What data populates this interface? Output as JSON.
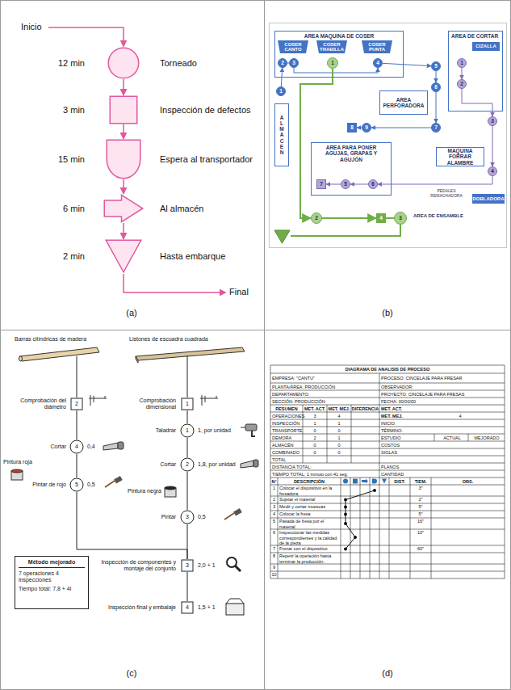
{
  "diagram": {
    "nodes": [
      {
        "text": [
          "12 min",
          "Torneado"
        ]
      },
      {
        "text": [
          "3 min",
          "Inspección de defectos"
        ]
      },
      {
        "text": [
          "15 min",
          "Espera al transportador"
        ]
      },
      {
        "text": [
          "6 min",
          "Al almacén"
        ]
      },
      {
        "text": [
          "2 min",
          "Hasta embarque"
        ]
      },
      {
        "text": [
          "AREA MAQUINA DE COSER"
        ]
      },
      {
        "text": [
          "COSER CANTO"
        ],
        "in": 5
      },
      {
        "text": [
          "COSER TRABILLA"
        ],
        "in": 5
      },
      {
        "text": [
          "COSER PUNTA"
        ],
        "in": 5
      },
      {
        "text": [
          "2"
        ],
        "in": 5
      },
      {
        "text": [
          "3"
        ],
        "in": 5
      },
      {
        "text": [
          "1"
        ],
        "in": 5
      },
      {
        "text": [
          "4"
        ],
        "in": 5
      },
      {
        "text": [
          "AREA DE CORTAR"
        ]
      },
      {
        "text": [
          "CIZALLA"
        ],
        "in": 13
      },
      {
        "text": [
          "1"
        ],
        "in": 13
      },
      {
        "text": [
          "2"
        ],
        "in": 13
      },
      {
        "text": [
          "5"
        ]
      },
      {
        "text": [
          "6"
        ]
      },
      {
        "text": [
          "1"
        ]
      },
      {
        "text": [
          "AREA PERFORADORA"
        ]
      },
      {
        "text": [
          "7"
        ]
      },
      {
        "text": [
          "ALMACEN"
        ]
      },
      {
        "text": [
          "3"
        ]
      },
      {
        "text": [
          "8"
        ]
      },
      {
        "text": [
          "9"
        ]
      },
      {
        "text": [
          "AREA PARA PONER AGUJAS, GRAPAS Y AGUJÓN"
        ]
      },
      {
        "text": [
          "7"
        ],
        "in": 26
      },
      {
        "text": [
          "5"
        ],
        "in": 26
      },
      {
        "text": [
          "6"
        ],
        "in": 26
      },
      {
        "text": [
          "MAQUINA FORRAR ALAMBRE"
        ]
      },
      {
        "text": [
          "4"
        ]
      },
      {
        "text": [
          "DOBLADORA"
        ]
      },
      {
        "text": [
          "2"
        ]
      },
      {
        "text": [
          "4"
        ]
      },
      {
        "text": [
          "3"
        ]
      },
      {
        "text": [
          "Comprobación del diámetro",
          "2"
        ]
      },
      {
        "text": [
          "Comprobación dimensional",
          "1"
        ]
      },
      {
        "text": [
          "Taladrar",
          "1",
          "1, por unidad"
        ]
      },
      {
        "text": [
          "Cortar",
          "4",
          "0,4"
        ]
      },
      {
        "text": [
          "Cortar",
          "2",
          "1,8, por unidad"
        ]
      },
      {
        "text": [
          "Pintar de rojo",
          "5",
          "0,5"
        ]
      },
      {
        "text": [
          "Pintar",
          "3",
          "0,5"
        ]
      },
      {
        "text": [
          "Método mejorado",
          "7 operaciones 4 inspecciones",
          "Tiempo total: 7,8 + 4i"
        ]
      },
      {
        "text": [
          "Inspección de componentes y montaje del conjunto",
          "3",
          "2,0 + 1"
        ]
      },
      {
        "text": [
          "Inspección final y embalaje",
          "4",
          "1,5 + 1"
        ]
      }
    ],
    "edges": [
      {
        "from": 0,
        "to": 1,
        "arrow": "to"
      },
      {
        "from": 1,
        "to": 2,
        "arrow": "to"
      },
      {
        "from": 2,
        "to": 3,
        "arrow": "to"
      },
      {
        "from": 3,
        "to": 4,
        "arrow": "to"
      },
      {
        "from": 19,
        "to": 9,
        "arrow": "to"
      },
      {
        "from": 9,
        "to": 10,
        "arrow": "none"
      },
      {
        "from": 10,
        "to": 12,
        "arrow": "to"
      },
      {
        "from": 12,
        "to": 17,
        "arrow": "to"
      },
      {
        "from": 17,
        "to": 18,
        "arrow": "to"
      },
      {
        "from": 18,
        "to": 21,
        "arrow": "to"
      },
      {
        "from": 21,
        "to": 25,
        "arrow": "to"
      },
      {
        "from": 25,
        "to": 24,
        "arrow": "to"
      },
      {
        "from": 15,
        "to": 16,
        "arrow": "to"
      },
      {
        "from": 16,
        "to": 23,
        "arrow": "to"
      },
      {
        "from": 23,
        "to": 31,
        "arrow": "to"
      },
      {
        "from": 31,
        "to": 29,
        "arrow": "to"
      },
      {
        "from": 29,
        "to": 28,
        "arrow": "to"
      },
      {
        "from": 28,
        "to": 27,
        "arrow": "to"
      },
      {
        "from": 11,
        "to": 33,
        "arrow": "to"
      },
      {
        "from": 33,
        "to": 34,
        "arrow": "to"
      },
      {
        "from": 34,
        "to": 35,
        "arrow": "none"
      },
      {
        "from": 36,
        "to": 39,
        "arrow": "none"
      },
      {
        "from": 39,
        "to": 41,
        "arrow": "none"
      },
      {
        "from": 37,
        "to": 38,
        "arrow": "none"
      },
      {
        "from": 38,
        "to": 40,
        "arrow": "none"
      },
      {
        "from": 40,
        "to": 42,
        "arrow": "none"
      },
      {
        "from": 42,
        "to": 44,
        "arrow": "none"
      },
      {
        "from": 41,
        "to": 44,
        "arrow": "none"
      },
      {
        "from": 44,
        "to": 45,
        "arrow": "none"
      }
    ],
    "labels": [
      "Inicio",
      "Final",
      "(a)",
      "PEDALES REMACHADORA",
      "AREA DE ENSAMBLE",
      "(b)",
      "Barras cilíndricas de madera",
      "Listones de escuadra cuadrada",
      "Pintura roja",
      "Pintura negra",
      "(c)",
      "DIAGRAMA DE ANALISIS DE PROCESO",
      "EMPRESA: \"CANTU\"",
      "PROCESO: CINCELAJE PARA FRESAR",
      "PLANTA/ÁREA: PRODUCCIÓN",
      "OBSERVADOR:",
      "DEPARTAMENTO:",
      "PROYECTO: CINCELAJE PARA FRESAS",
      "SECCIÓN: PRODUCCIÓN",
      "FECHA: 00/00/00",
      "RESUMEN",
      "MET. ACT.",
      "MET. MEJ.",
      "DIFERENCIA",
      "MET. ACT.",
      "OPERACIONES",
      "3",
      "4",
      "MET. MEJ.",
      "4",
      "INSPECCIÓN",
      "1",
      "1",
      "INICIO:",
      "TRANSPORTE",
      "0",
      "0",
      "TÉRMINO:",
      "DEMORA",
      "2",
      "1",
      "ESTUDIO",
      "ACTUAL",
      "MEJORADO",
      "ALMACÉN",
      "0",
      "0",
      "COSTOS",
      "COMBINADO",
      "0",
      "0",
      "SIGLAS",
      "TOTAL",
      "DISTANCIA TOTAL:",
      "PLANOS",
      "TIEMPO TOTAL:",
      "1 minuto con 41 seg.",
      "CANTIDAD",
      "N°",
      "DESCRIPCIÓN",
      "DIST.",
      "TIEM.",
      "OBS.",
      "1",
      "Colocar el dispositivo en la fresadora",
      "3″",
      "2",
      "Sujetar el material",
      "2″",
      "3",
      "Medir y cortar muescas",
      "5″",
      "4",
      "Colocar la fresa",
      "5″",
      "5",
      "Pasada de fresa por el material",
      "16″",
      "6",
      "Inspeccionar las medidas correspondientes y la calidad de la pieza",
      "10″",
      "7",
      "Frenar con el dispositivo",
      "60″",
      "8",
      "Repetir la operación hasta terminar la producción.",
      "9",
      "10",
      "(d)"
    ]
  }
}
